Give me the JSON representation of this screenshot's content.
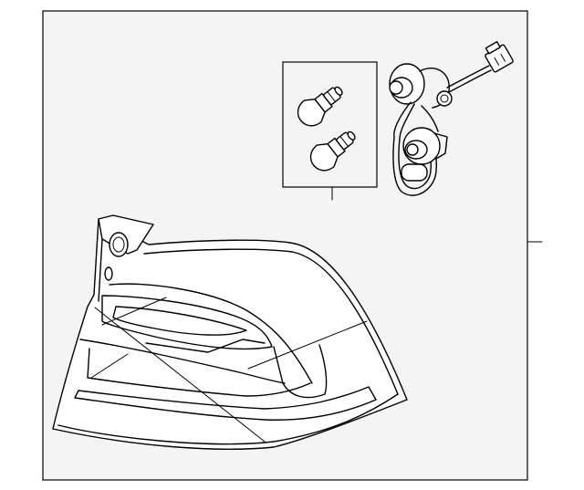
{
  "diagram": {
    "background_color": "#f4f4f4",
    "line_color": "#000000",
    "parts": [
      {
        "id": "tail-lamp-assembly",
        "icon": "tail-lamp-icon"
      },
      {
        "id": "bulbs",
        "icon": "bulb-icon"
      },
      {
        "id": "socket-and-wire-harness",
        "icon": "socket-icon"
      }
    ]
  }
}
